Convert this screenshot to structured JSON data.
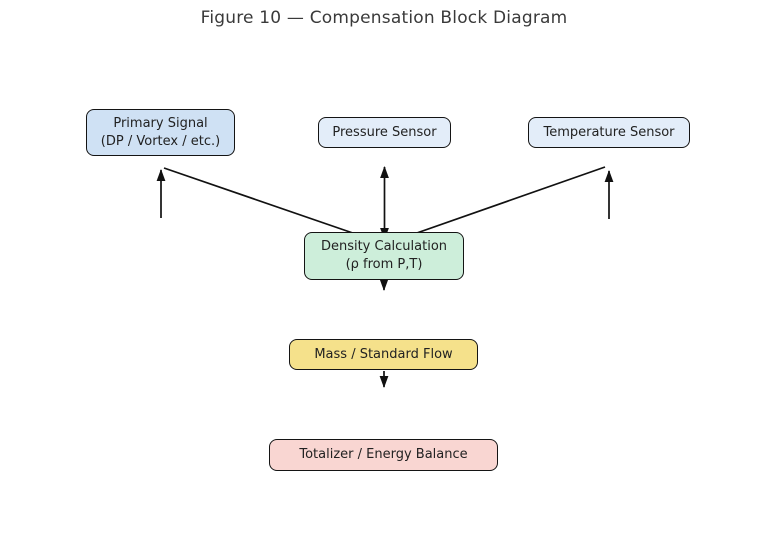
{
  "title": "Figure 10 — Compensation Block Diagram",
  "nodes": {
    "primary": {
      "line1": "Primary Signal",
      "line2": "(DP / Vortex / etc.)",
      "fill": "#cfe1f4"
    },
    "pressure": {
      "label": "Pressure Sensor",
      "fill": "#e3edf9"
    },
    "temperature": {
      "label": "Temperature Sensor",
      "fill": "#e3edf9"
    },
    "density": {
      "line1": "Density Calculation",
      "line2": "(ρ from P,T)",
      "fill": "#cdeeda"
    },
    "mass": {
      "label": "Mass / Standard Flow",
      "fill": "#f5e18b"
    },
    "totalizer": {
      "label": "Totalizer / Energy Balance",
      "fill": "#f9d6d2"
    }
  },
  "edges": [
    {
      "from": "input",
      "to": "primary",
      "style": "arrow-up"
    },
    {
      "from": "primary",
      "to": "density",
      "style": "arrow"
    },
    {
      "from": "pressure",
      "to": "density",
      "style": "double-headed-arrow"
    },
    {
      "from": "temperature",
      "to": "density",
      "style": "arrow"
    },
    {
      "from": "input",
      "to": "temperature",
      "style": "arrow-up"
    },
    {
      "from": "density",
      "to": "mass",
      "style": "arrow"
    },
    {
      "from": "mass",
      "to": "totalizer",
      "style": "arrow"
    }
  ],
  "colors": {
    "border": "#141414",
    "arrow": "#111111",
    "title_text": "#3a3a3a",
    "node_text": "#222222",
    "background": "#ffffff"
  }
}
